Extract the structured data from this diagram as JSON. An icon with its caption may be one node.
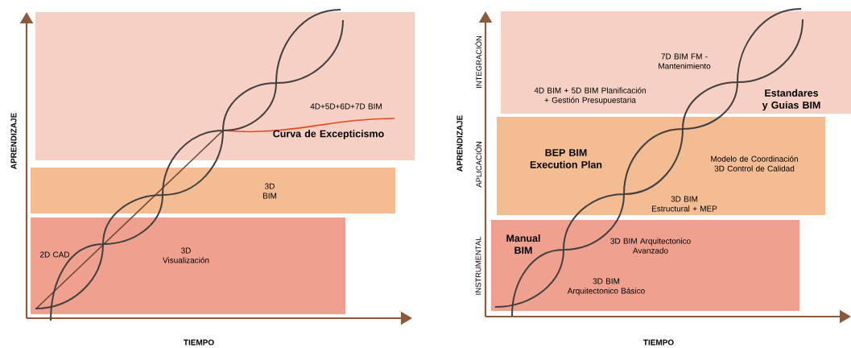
{
  "diagram": {
    "nodes": [
      {
        "text": [
          "4D+5D+6D+7D BIM",
          "Curva de Excepticismo"
        ]
      },
      {
        "text": [
          "3D BIM"
        ]
      },
      {
        "text": [
          "2D CAD",
          "3D Visualización"
        ]
      },
      {
        "text": [
          "7D BIM FM - Mantenimiento",
          "4D BIM + 5D BIM Planificación + Gestión Presupuestaria",
          "Estandares y Guias BIM"
        ]
      },
      {
        "text": [
          "BEP BIM Execution Plan",
          "Modelo de Coordinación 3D Control de Calidad",
          "3D BIM Estructural + MEP"
        ]
      },
      {
        "text": [
          "Manual BIM",
          "3D BIM Arquitectonico Avanzado",
          "3D BIM Arquitectonico Básico"
        ]
      }
    ],
    "labels": [
      "APRENDIZAJE",
      "TIEMPO",
      "INTEGRACIÓN",
      "APLICACIÓN",
      "INSTRUMENTAL",
      "APRENDIZAJE",
      "TIEMPO"
    ]
  }
}
